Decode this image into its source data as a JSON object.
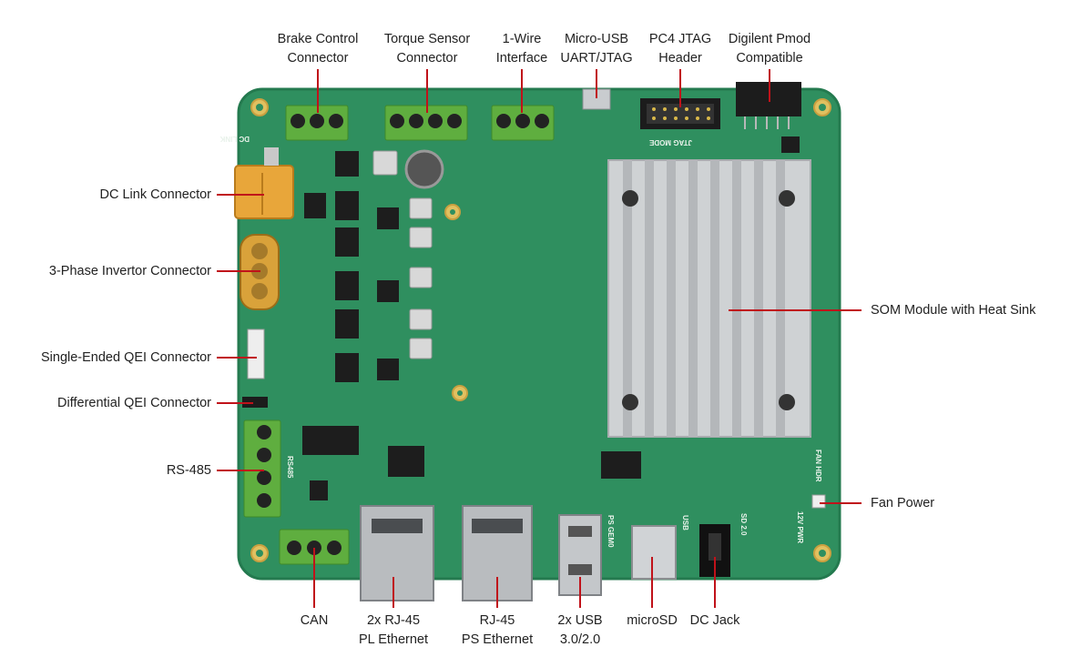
{
  "callouts": {
    "brake": "Brake Control\nConnector",
    "torque": "Torque Sensor\nConnector",
    "onewire": "1-Wire\nInterface",
    "microusb": "Micro-USB\nUART/JTAG",
    "jtag": "PC4 JTAG\nHeader",
    "pmod": "Digilent Pmod\nCompatible",
    "dclink": "DC Link Connector",
    "threephase": "3-Phase Invertor Connector",
    "seqei": "Single-Ended QEI Connector",
    "diffqei": "Differential QEI Connector",
    "rs485": "RS-485",
    "som": "SOM Module with Heat Sink",
    "fanpower": "Fan Power",
    "can": "CAN",
    "rj45pl": "2x RJ-45\nPL Ethernet",
    "rj45ps": "RJ-45\nPS Ethernet",
    "usb": "2x USB\n3.0/2.0",
    "microsd": "microSD",
    "dcjack": "DC Jack"
  },
  "silkscreen": {
    "dc_link": "DC LINK",
    "rs485": "RS485",
    "jtag_mode": "JTAG MODE",
    "fan_hdr": "FAN HDR",
    "usb": "USB",
    "ps_gem0": "PS GEM0",
    "sd20": "SD 2.0",
    "pwr12v": "12V PWR"
  },
  "colors": {
    "pcb": "#2f8f5f",
    "pcb_edge": "#247a4f",
    "terminal_green": "#5fae3f",
    "leader": "#c0121a",
    "heatsink": "#cfd2d4",
    "connector_orange": "#e8a63a"
  }
}
